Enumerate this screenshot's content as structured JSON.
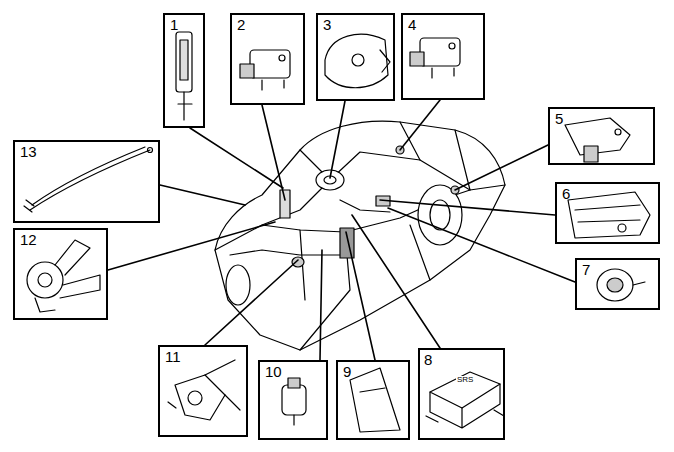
{
  "diagram": {
    "nodes": [
      {
        "text": [
          "1"
        ]
      },
      {
        "text": [
          "2"
        ]
      },
      {
        "text": [
          "3"
        ]
      },
      {
        "text": [
          "4"
        ]
      },
      {
        "text": [
          "5"
        ]
      },
      {
        "text": [
          "6"
        ]
      },
      {
        "text": [
          "7"
        ]
      },
      {
        "text": [
          "8",
          "SRS"
        ]
      },
      {
        "text": [
          "9"
        ]
      },
      {
        "text": [
          "10"
        ]
      },
      {
        "text": [
          "11"
        ]
      },
      {
        "text": [
          "12"
        ]
      },
      {
        "text": [
          "13"
        ]
      }
    ]
  }
}
